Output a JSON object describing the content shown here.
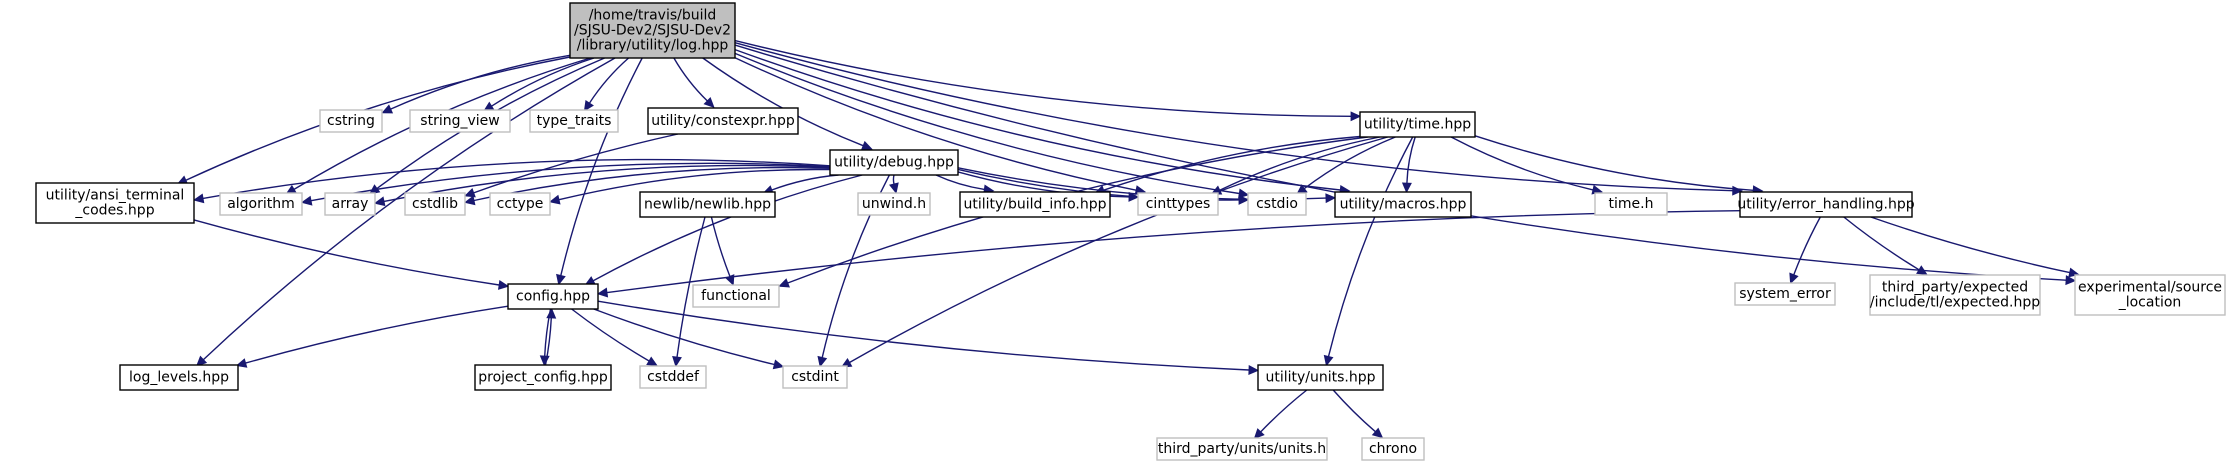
{
  "graph": {
    "title": "",
    "edge_color": "#191970",
    "root_fill": "#bfbfbf",
    "missing_border": "#bfbfbf",
    "nodes": [
      {
        "id": "log",
        "lines": [
          "/home/travis/build",
          "/SJSU-Dev2/SJSU-Dev2",
          "/library/utility/log.hpp"
        ],
        "style": "root"
      },
      {
        "id": "cstring",
        "lines": [
          "cstring"
        ],
        "style": "gray"
      },
      {
        "id": "string_view",
        "lines": [
          "string_view"
        ],
        "style": "gray"
      },
      {
        "id": "type_traits",
        "lines": [
          "type_traits"
        ],
        "style": "gray"
      },
      {
        "id": "constexpr",
        "lines": [
          "utility/constexpr.hpp"
        ],
        "style": "black"
      },
      {
        "id": "debug",
        "lines": [
          "utility/debug.hpp"
        ],
        "style": "black"
      },
      {
        "id": "time",
        "lines": [
          "utility/time.hpp"
        ],
        "style": "black"
      },
      {
        "id": "ansi",
        "lines": [
          "utility/ansi_terminal",
          "_codes.hpp"
        ],
        "style": "black"
      },
      {
        "id": "algorithm",
        "lines": [
          "algorithm"
        ],
        "style": "gray"
      },
      {
        "id": "array",
        "lines": [
          "array"
        ],
        "style": "gray"
      },
      {
        "id": "cstdlib",
        "lines": [
          "cstdlib"
        ],
        "style": "gray"
      },
      {
        "id": "cctype",
        "lines": [
          "cctype"
        ],
        "style": "gray"
      },
      {
        "id": "newlib",
        "lines": [
          "newlib/newlib.hpp"
        ],
        "style": "black"
      },
      {
        "id": "unwind",
        "lines": [
          "unwind.h"
        ],
        "style": "gray"
      },
      {
        "id": "build_info",
        "lines": [
          "utility/build_info.hpp"
        ],
        "style": "black"
      },
      {
        "id": "cinttypes",
        "lines": [
          "cinttypes"
        ],
        "style": "gray"
      },
      {
        "id": "cstdio",
        "lines": [
          "cstdio"
        ],
        "style": "gray"
      },
      {
        "id": "macros",
        "lines": [
          "utility/macros.hpp"
        ],
        "style": "black"
      },
      {
        "id": "time_h",
        "lines": [
          "time.h"
        ],
        "style": "gray"
      },
      {
        "id": "error_handling",
        "lines": [
          "utility/error_handling.hpp"
        ],
        "style": "black"
      },
      {
        "id": "config",
        "lines": [
          "config.hpp"
        ],
        "style": "black"
      },
      {
        "id": "functional",
        "lines": [
          "functional"
        ],
        "style": "gray"
      },
      {
        "id": "system_error",
        "lines": [
          "system_error"
        ],
        "style": "gray"
      },
      {
        "id": "expected",
        "lines": [
          "third_party/expected",
          "/include/tl/expected.hpp"
        ],
        "style": "gray"
      },
      {
        "id": "source_location",
        "lines": [
          "experimental/source",
          "_location"
        ],
        "style": "gray"
      },
      {
        "id": "log_levels",
        "lines": [
          "log_levels.hpp"
        ],
        "style": "black"
      },
      {
        "id": "project_config",
        "lines": [
          "project_config.hpp"
        ],
        "style": "black"
      },
      {
        "id": "cstddef",
        "lines": [
          "cstddef"
        ],
        "style": "gray"
      },
      {
        "id": "cstdint",
        "lines": [
          "cstdint"
        ],
        "style": "gray"
      },
      {
        "id": "units",
        "lines": [
          "utility/units.hpp"
        ],
        "style": "black"
      },
      {
        "id": "units_h",
        "lines": [
          "third_party/units/units.h"
        ],
        "style": "gray"
      },
      {
        "id": "chrono",
        "lines": [
          "chrono"
        ],
        "style": "gray"
      }
    ],
    "edges": [
      [
        "log",
        "cstring"
      ],
      [
        "log",
        "string_view"
      ],
      [
        "log",
        "type_traits"
      ],
      [
        "log",
        "constexpr"
      ],
      [
        "log",
        "debug"
      ],
      [
        "log",
        "time"
      ],
      [
        "log",
        "ansi"
      ],
      [
        "log",
        "algorithm"
      ],
      [
        "log",
        "array"
      ],
      [
        "log",
        "cinttypes"
      ],
      [
        "log",
        "cstdio"
      ],
      [
        "log",
        "macros"
      ],
      [
        "log",
        "error_handling"
      ],
      [
        "log",
        "config"
      ],
      [
        "log",
        "source_location"
      ],
      [
        "log",
        "log_levels"
      ],
      [
        "constexpr",
        "cstdlib"
      ],
      [
        "debug",
        "ansi"
      ],
      [
        "debug",
        "algorithm"
      ],
      [
        "debug",
        "array"
      ],
      [
        "debug",
        "cstdlib"
      ],
      [
        "debug",
        "cctype"
      ],
      [
        "debug",
        "newlib"
      ],
      [
        "debug",
        "unwind"
      ],
      [
        "debug",
        "build_info"
      ],
      [
        "debug",
        "cinttypes"
      ],
      [
        "debug",
        "cstdio"
      ],
      [
        "debug",
        "macros"
      ],
      [
        "debug",
        "config"
      ],
      [
        "debug",
        "cstdint"
      ],
      [
        "time",
        "build_info"
      ],
      [
        "time",
        "cinttypes"
      ],
      [
        "time",
        "cstdio"
      ],
      [
        "time",
        "macros"
      ],
      [
        "time",
        "time_h"
      ],
      [
        "time",
        "error_handling"
      ],
      [
        "time",
        "functional"
      ],
      [
        "time",
        "cstdint"
      ],
      [
        "time",
        "units"
      ],
      [
        "ansi",
        "config"
      ],
      [
        "newlib",
        "functional"
      ],
      [
        "newlib",
        "cstddef"
      ],
      [
        "error_handling",
        "config"
      ],
      [
        "error_handling",
        "system_error"
      ],
      [
        "error_handling",
        "expected"
      ],
      [
        "error_handling",
        "source_location"
      ],
      [
        "config",
        "log_levels"
      ],
      [
        "config",
        "project_config"
      ],
      [
        "config",
        "cstddef"
      ],
      [
        "config",
        "cstdint"
      ],
      [
        "config",
        "units"
      ],
      [
        "project_config",
        "config"
      ],
      [
        "units",
        "units_h"
      ],
      [
        "units",
        "chrono"
      ]
    ]
  }
}
